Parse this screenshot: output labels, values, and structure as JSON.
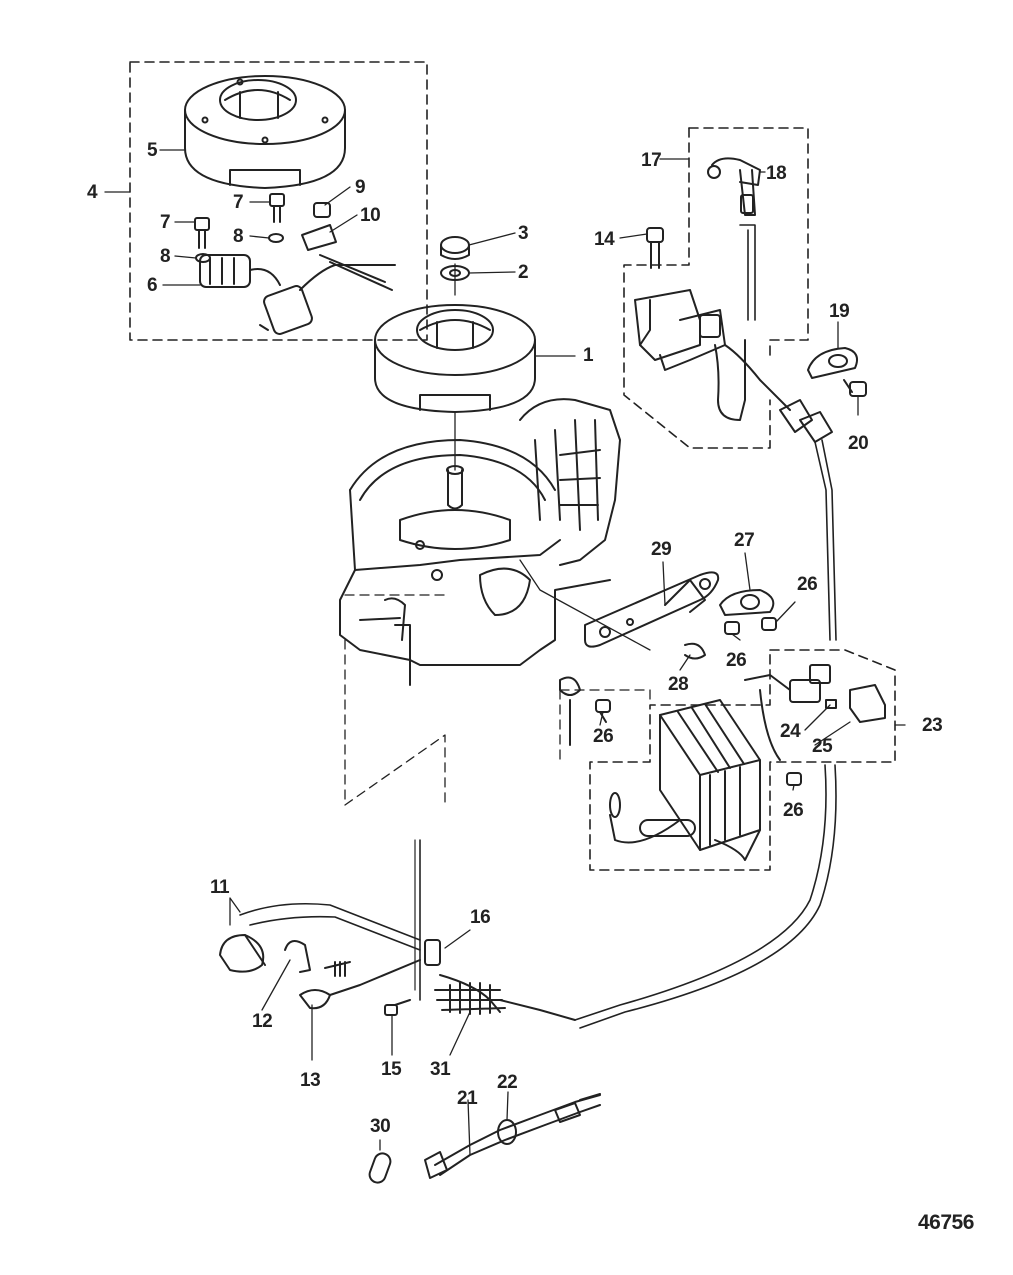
{
  "figure_number": "46756",
  "callouts": [
    {
      "id": "c1",
      "text": "1"
    },
    {
      "id": "c2",
      "text": "2"
    },
    {
      "id": "c3",
      "text": "3"
    },
    {
      "id": "c4",
      "text": "4"
    },
    {
      "id": "c5",
      "text": "5"
    },
    {
      "id": "c6",
      "text": "6"
    },
    {
      "id": "c7a",
      "text": "7"
    },
    {
      "id": "c7b",
      "text": "7"
    },
    {
      "id": "c8a",
      "text": "8"
    },
    {
      "id": "c8b",
      "text": "8"
    },
    {
      "id": "c9",
      "text": "9"
    },
    {
      "id": "c10",
      "text": "10"
    },
    {
      "id": "c11",
      "text": "11"
    },
    {
      "id": "c12",
      "text": "12"
    },
    {
      "id": "c13",
      "text": "13"
    },
    {
      "id": "c14",
      "text": "14"
    },
    {
      "id": "c15",
      "text": "15"
    },
    {
      "id": "c16",
      "text": "16"
    },
    {
      "id": "c17",
      "text": "17"
    },
    {
      "id": "c18",
      "text": "18"
    },
    {
      "id": "c19",
      "text": "19"
    },
    {
      "id": "c20",
      "text": "20"
    },
    {
      "id": "c21",
      "text": "21"
    },
    {
      "id": "c22",
      "text": "22"
    },
    {
      "id": "c23",
      "text": "23"
    },
    {
      "id": "c24",
      "text": "24"
    },
    {
      "id": "c25",
      "text": "25"
    },
    {
      "id": "c26a",
      "text": "26"
    },
    {
      "id": "c26b",
      "text": "26"
    },
    {
      "id": "c26c",
      "text": "26"
    },
    {
      "id": "c26d",
      "text": "26"
    },
    {
      "id": "c27",
      "text": "27"
    },
    {
      "id": "c28",
      "text": "28"
    },
    {
      "id": "c29",
      "text": "29"
    },
    {
      "id": "c30",
      "text": "30"
    },
    {
      "id": "c31",
      "text": "31"
    }
  ]
}
